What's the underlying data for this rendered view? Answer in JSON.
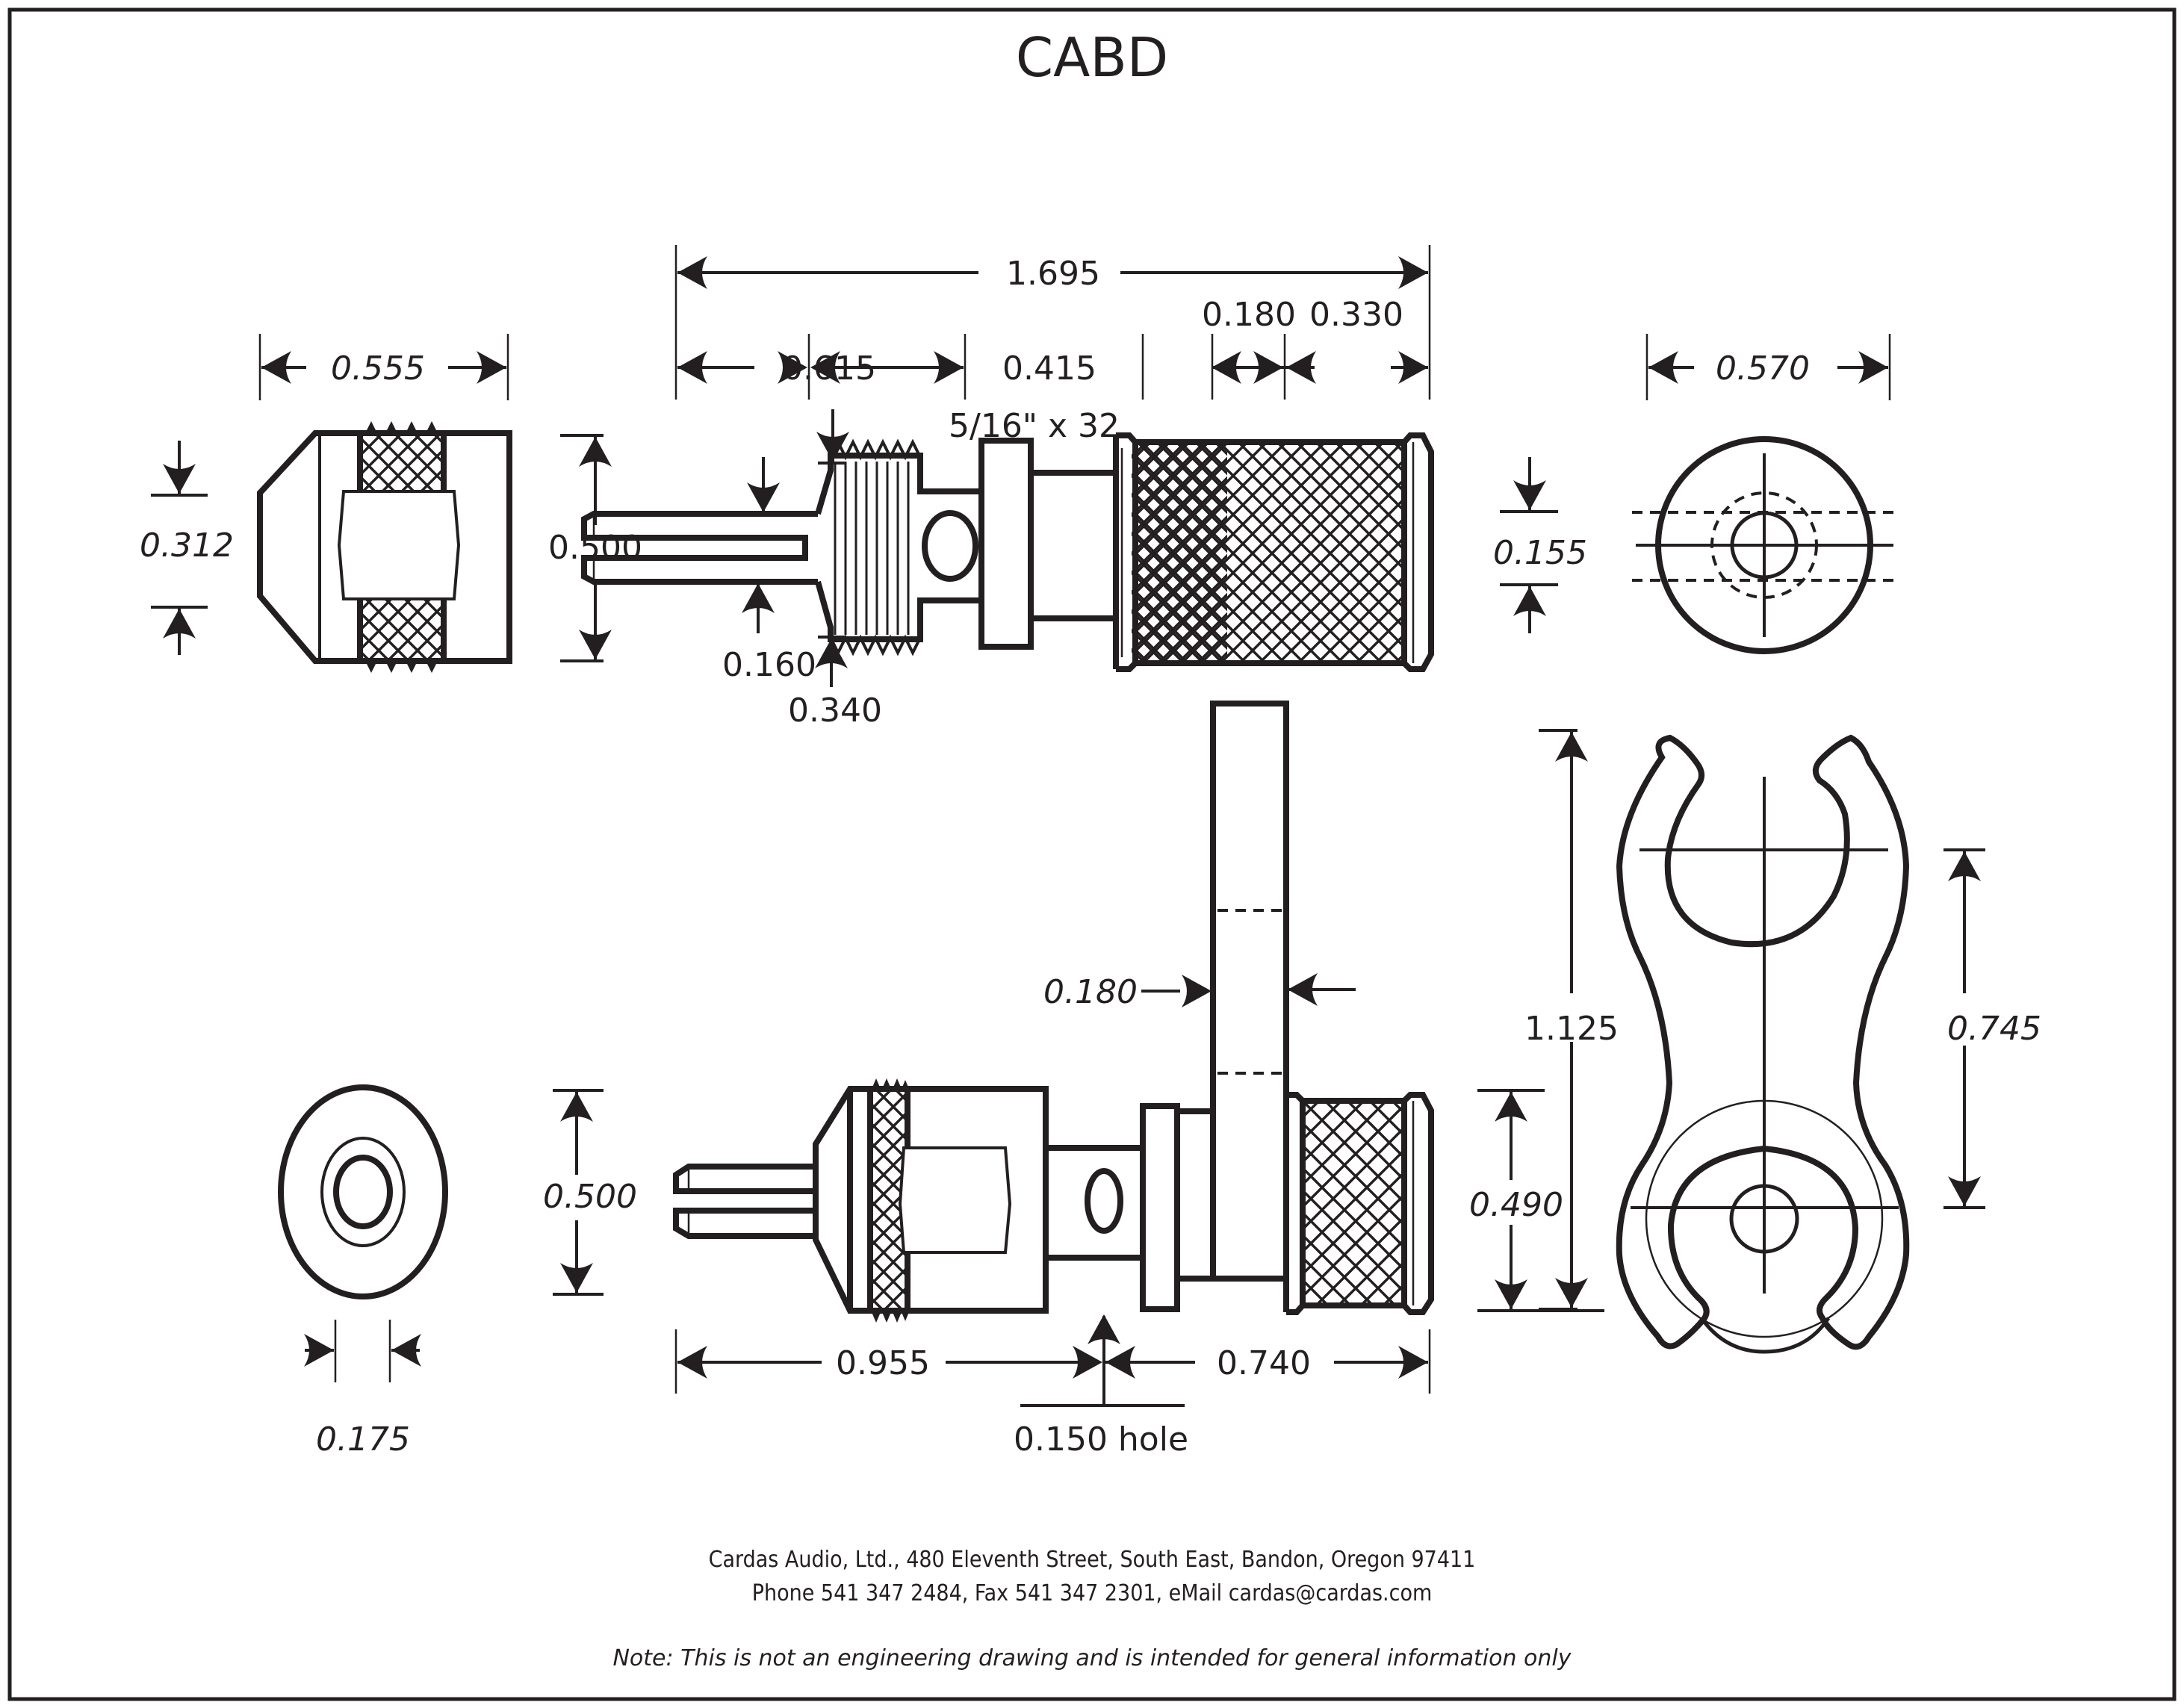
{
  "title": "CABD",
  "views": {
    "end_cap_side": {
      "dims": {
        "width": "0.555",
        "height": "0.312"
      }
    },
    "top_assembly": {
      "dims": {
        "overall_length": "1.695",
        "pin_length": "0.615",
        "thread_length": "0.415",
        "flange_length": "0.180",
        "knob_length": "0.330",
        "height": "0.500",
        "pin_diameter": "0.160",
        "thread_diameter": "0.340",
        "thread_spec": "5/16\" x 32"
      }
    },
    "end_view_top": {
      "dims": {
        "diameter": "0.570",
        "hole": "0.155"
      }
    },
    "end_view_bottom": {
      "dims": {
        "diameter": "0.500",
        "hole": "0.175"
      }
    },
    "bottom_assembly": {
      "dims": {
        "left_length": "0.955",
        "right_length": "0.740",
        "hole": "0.150 hole",
        "plate_thickness": "0.180",
        "knob_diameter": "0.490"
      }
    },
    "wrench_plate": {
      "dims": {
        "length": "1.125",
        "center_distance": "0.745"
      }
    }
  },
  "footer": {
    "address": "Cardas Audio, Ltd., 480 Eleventh Street, South East, Bandon, Oregon 97411",
    "contact": "Phone 541 347 2484, Fax 541 347 2301, eMail cardas@cardas.com",
    "note": "Note:  This is not an engineering drawing and is intended for general information only"
  },
  "colors": {
    "ink": "#231f20",
    "paper": "#ffffff"
  }
}
